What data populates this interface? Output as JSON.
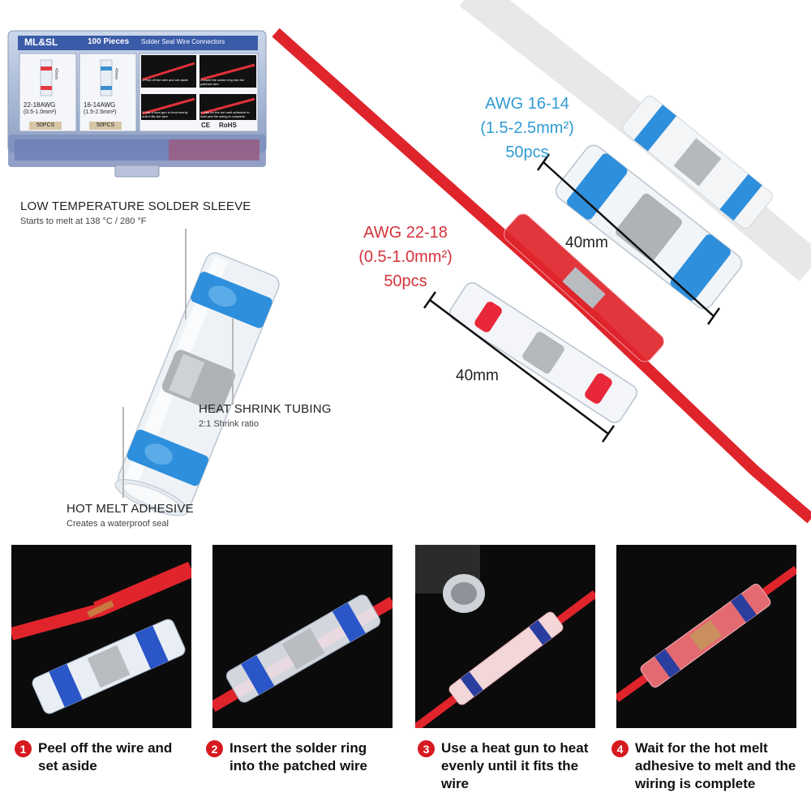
{
  "box": {
    "brand": "ML&SL",
    "title_a": "100 Pieces",
    "title_b": "Solder Seal Wire Connectors",
    "left_gauge": "22-18AWG",
    "left_range": "(0.5-1.0mm²)",
    "left_count": "50PCS",
    "right_gauge": "16-14AWG",
    "right_range": "(1.5-2.5mm²)",
    "right_count": "50PCS",
    "tube_len": "40mm",
    "mini_steps": [
      {
        "num": "1",
        "text": "Peel off the wire and set aside"
      },
      {
        "num": "2",
        "text": "Insert the solder ring into the patched wire"
      },
      {
        "num": "3",
        "text": "Use a heat gun to heat evenly until it fits the wire"
      },
      {
        "num": "4",
        "text": "Wait for the hot melt adhesive to melt and the wiring is complete"
      }
    ],
    "ce": "CE",
    "rohs": "RoHS"
  },
  "callouts": {
    "solder_title": "LOW TEMPERATURE SOLDER SLEEVE",
    "solder_sub": "Starts to melt at 138 °C / 280 °F",
    "heat_title": "HEAT SHRINK TUBING",
    "heat_sub": "2:1 Shrink ratio",
    "adhesive_title": "HOT MELT ADHESIVE",
    "adhesive_sub": "Creates a waterproof seal"
  },
  "sizes": {
    "blue": {
      "gauge": "AWG 16-14",
      "range": "(1.5-2.5mm²)",
      "count": "50pcs",
      "length": "40mm"
    },
    "red": {
      "gauge": "AWG 22-18",
      "range": "(0.5-1.0mm²)",
      "count": "50pcs",
      "length": "40mm"
    }
  },
  "steps": [
    {
      "num": "1",
      "text": "Peel off the wire and set aside"
    },
    {
      "num": "2",
      "text": "Insert the solder ring into the patched wire"
    },
    {
      "num": "3",
      "text": "Use a heat gun to heat evenly until it fits the wire"
    },
    {
      "num": "4",
      "text": "Wait for the hot melt adhesive to melt and the wiring is complete"
    }
  ],
  "colors": {
    "accent_blue": "#2f9bd3",
    "accent_red": "#d2343c",
    "step_badge": "#d71920",
    "photo_bg": "#0b0b0b"
  }
}
